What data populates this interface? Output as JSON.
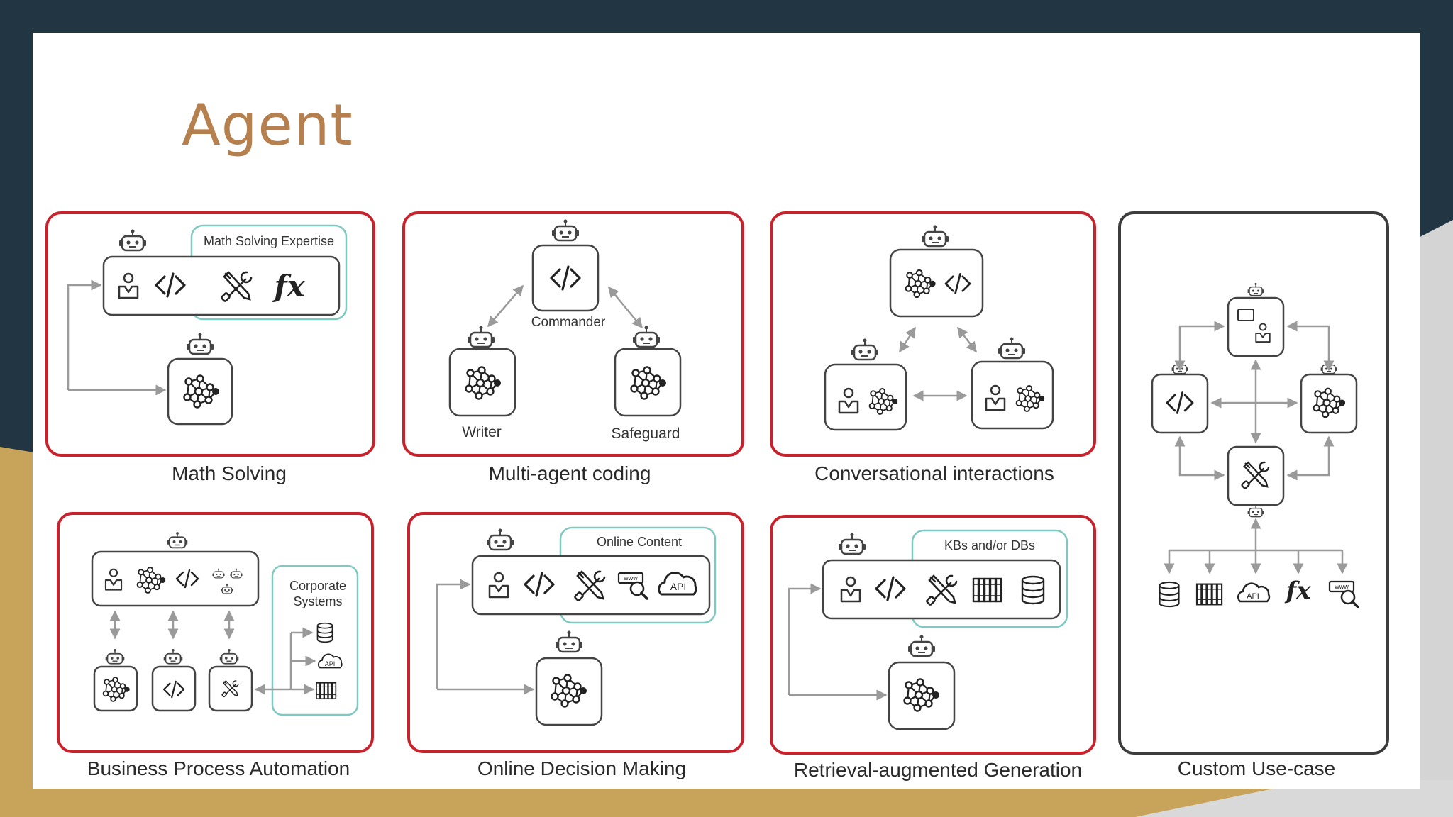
{
  "title": "Agent",
  "panels": {
    "math_solving": {
      "caption": "Math Solving",
      "expertise_label": "Math Solving Expertise",
      "fx_symbol": "fx"
    },
    "multi_agent_coding": {
      "caption": "Multi-agent coding",
      "commander_label": "Commander",
      "writer_label": "Writer",
      "safeguard_label": "Safeguard"
    },
    "conversational": {
      "caption": "Conversational interactions"
    },
    "custom_use_case": {
      "caption": "Custom Use-case",
      "fx_symbol": "fx",
      "api_label": "API",
      "www_label": "www"
    },
    "business_process": {
      "caption": "Business Process Automation",
      "corporate_label_line1": "Corporate",
      "corporate_label_line2": "Systems",
      "api_label": "API"
    },
    "online_decision": {
      "caption": "Online Decision Making",
      "online_content_label": "Online Content",
      "api_label": "API",
      "www_label": "www"
    },
    "rag": {
      "caption": "Retrieval-augmented Generation",
      "kbs_label": "KBs and/or DBs"
    }
  },
  "colors": {
    "panel_border": "#c8232c",
    "custom_border": "#3c3c3c",
    "teal": "#7fc9c2",
    "title": "#b5804e",
    "background": "#213543",
    "gold": "#c8a45a"
  }
}
